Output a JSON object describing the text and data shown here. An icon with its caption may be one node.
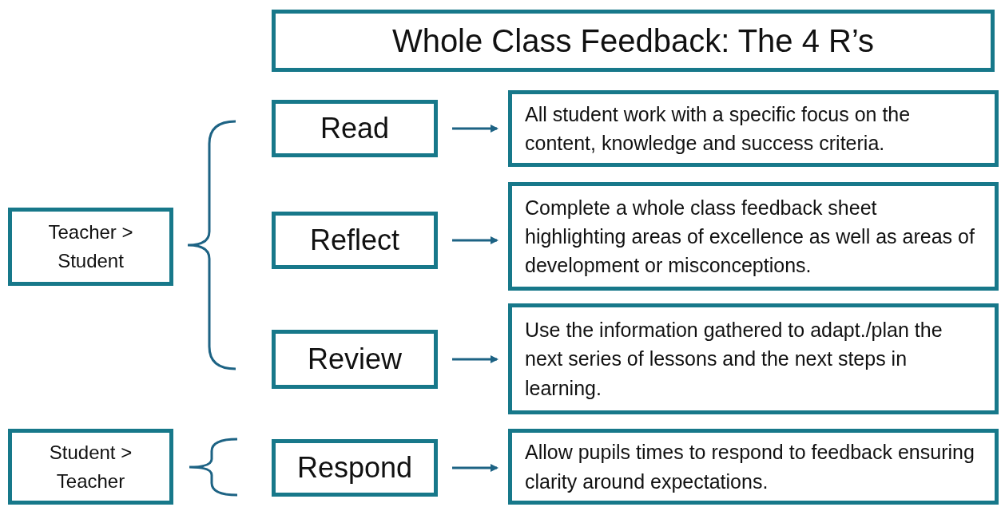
{
  "diagram": {
    "title": "Whole Class Feedback: The 4 R’s",
    "nodes": [
      {
        "text": [
          "Teacher > Student"
        ]
      },
      {
        "text": [
          "Read"
        ]
      },
      {
        "text": [
          "Reflect"
        ]
      },
      {
        "text": [
          "Review"
        ]
      },
      {
        "text": [
          "Student > Teacher"
        ]
      },
      {
        "text": [
          "Respond"
        ]
      },
      {
        "text": [
          "All student work with a specific focus on the content, knowledge and success criteria."
        ]
      },
      {
        "text": [
          "Complete a whole class feedback sheet highlighting areas of excellence as well as areas of development or misconceptions."
        ]
      },
      {
        "text": [
          "Use the information gathered to adapt./plan the next series of lessons and the next steps in learning."
        ]
      },
      {
        "text": [
          "Allow pupils times to respond to feedback ensuring clarity around expectations."
        ]
      }
    ],
    "edges": [
      {
        "from": 1,
        "to": 6,
        "arrow": "to"
      },
      {
        "from": 2,
        "to": 7,
        "arrow": "to"
      },
      {
        "from": 3,
        "to": 8,
        "arrow": "to"
      },
      {
        "from": 5,
        "to": 9,
        "arrow": "to"
      }
    ]
  }
}
